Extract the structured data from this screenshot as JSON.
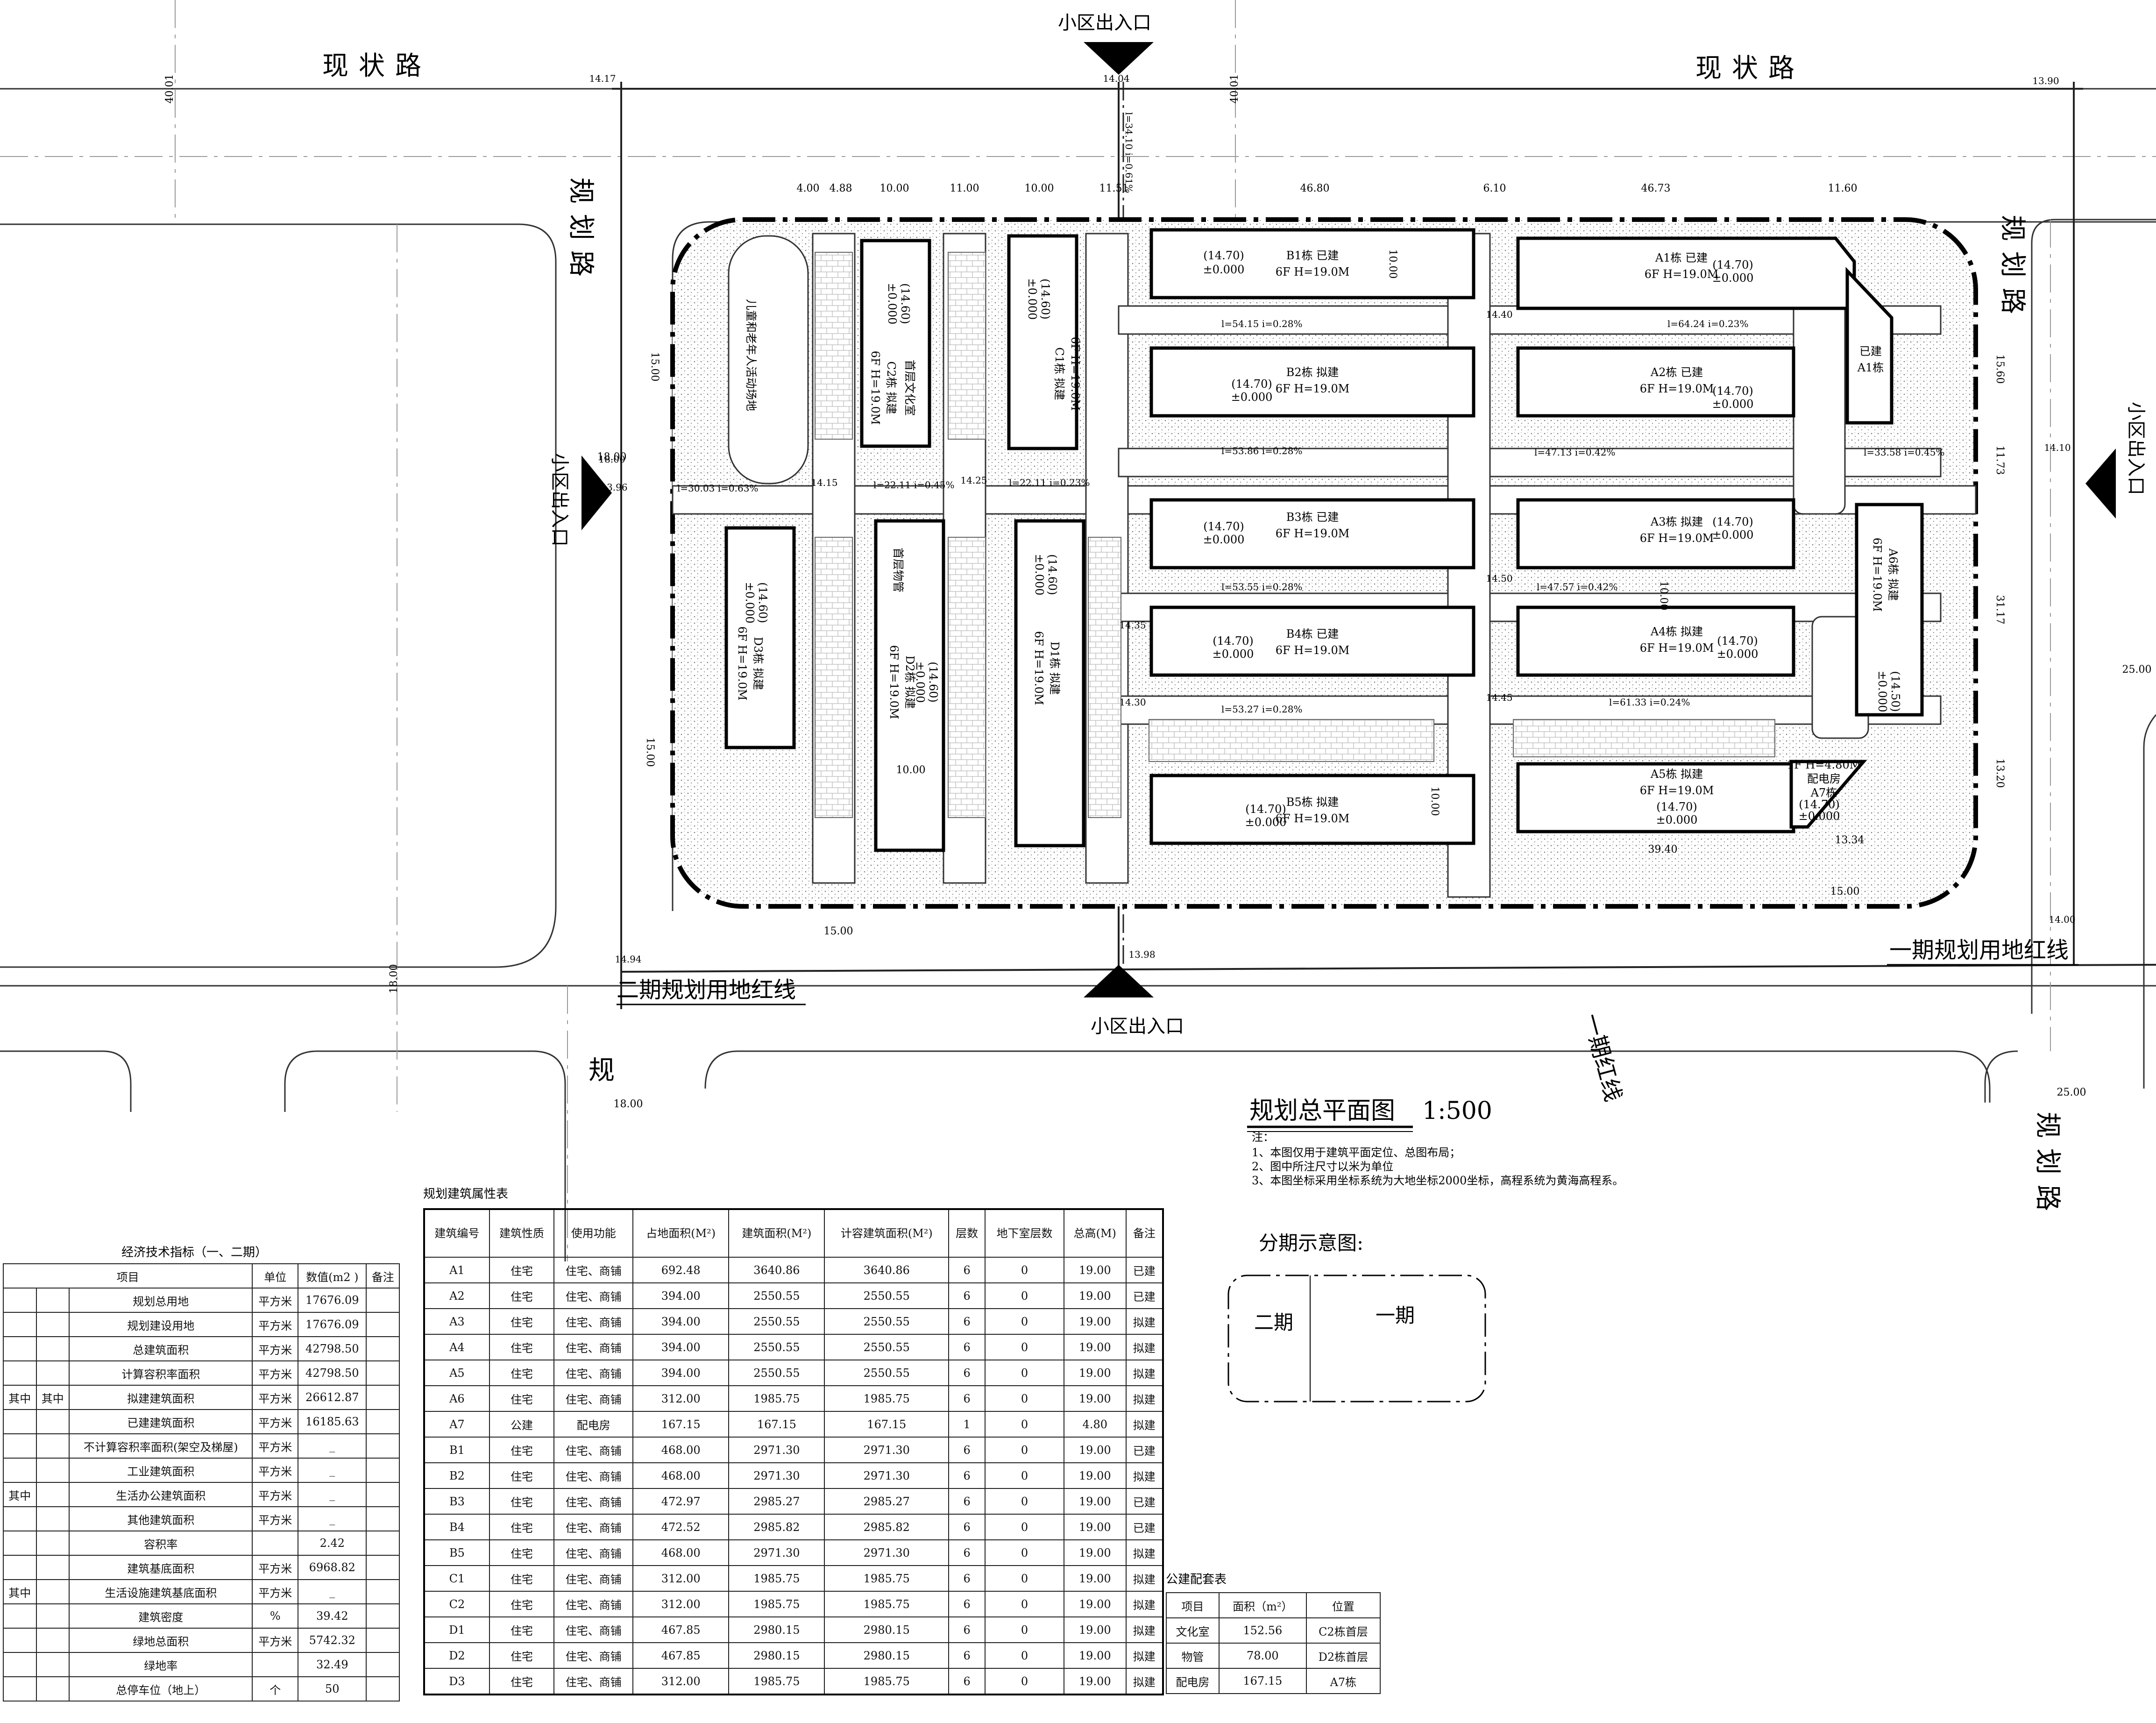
{
  "roads": {
    "existing_top_left": "现状路",
    "existing_top_right": "现状路",
    "planned_left": "规划路",
    "planned_right": "规划路",
    "planned_bottom_right": "规划路",
    "planned_bottom_left_char": "规"
  },
  "entrances": {
    "top": "小区出入口",
    "bottom": "小区出入口",
    "left": "小区出入口",
    "right": "小区出入口"
  },
  "red_lines": {
    "phase2": "二期规划用地红线",
    "phase1": "一期规划用地红线",
    "phase1_short": "一期红线"
  },
  "buildings": {
    "b1": {
      "name": "B1栋  已建",
      "spec": "6F H=19.0M",
      "elev": "(14.70)",
      "zero": "±0.000"
    },
    "b2": {
      "name": "B2栋  拟建",
      "spec": "6F H=19.0M",
      "elev": "(14.70)",
      "zero": "±0.000"
    },
    "b3": {
      "name": "B3栋  已建",
      "spec": "6F H=19.0M",
      "elev": "(14.70)",
      "zero": "±0.000"
    },
    "b4": {
      "name": "B4栋  已建",
      "spec": "6F H=19.0M",
      "elev": "(14.70)",
      "zero": "±0.000"
    },
    "b5": {
      "name": "B5栋  拟建",
      "spec": "6F H=19.0M",
      "elev": "(14.70)",
      "zero": "±0.000"
    },
    "a1": {
      "name": "A1栋  已建",
      "spec": "6F H=19.0M",
      "elev": "(14.70)",
      "zero": "±0.000"
    },
    "a1b": {
      "name": "已建",
      "spec": "A1栋"
    },
    "a2": {
      "name": "A2栋  已建",
      "spec": "6F H=19.0M",
      "elev": "(14.70)",
      "zero": "±0.000"
    },
    "a3": {
      "name": "A3栋  拟建",
      "spec": "6F H=19.0M",
      "elev": "(14.70)",
      "zero": "±0.000"
    },
    "a4": {
      "name": "A4栋  拟建",
      "spec": "6F H=19.0M",
      "elev": "(14.70)",
      "zero": "±0.000"
    },
    "a5": {
      "name": "A5栋  拟建",
      "spec": "6F H=19.0M",
      "elev": "(14.70)",
      "zero": "±0.000"
    },
    "a6": {
      "name": "A6栋  拟建",
      "spec": "6F H=19.0M",
      "elev": "(14.50)",
      "zero": "±0.000"
    },
    "a7": {
      "name": "1F H=4.80M",
      "spec": "配电房",
      "tag": "A7栋",
      "elev": "(14.70)",
      "zero": "±0.000"
    },
    "c1": {
      "name": "C1栋  拟建",
      "spec": "6F H=19.0M",
      "elev": "(14.60)",
      "zero": "±0.000"
    },
    "c2": {
      "name": "C2栋  拟建",
      "spec": "6F H=19.0M",
      "extra": "首层文化室",
      "elev": "(14.60)",
      "zero": "±0.000"
    },
    "d1": {
      "name": "D1栋  拟建",
      "spec": "6F H=19.0M",
      "elev": "(14.60)",
      "zero": "±0.000"
    },
    "d2": {
      "name": "D2栋  拟建",
      "spec": "6F H=19.0M",
      "extra": "首层物管",
      "elev": "(14.60)",
      "zero": "±0.000"
    },
    "d3": {
      "name": "D3栋  拟建",
      "spec": "6F H=19.0M",
      "elev": "(14.60)",
      "zero": "±0.000"
    },
    "playground": "儿童和老年人活动场地"
  },
  "dims": {
    "top": [
      "4.00",
      "4.88",
      "10.00",
      "11.00",
      "10.00",
      "11.51",
      "46.80",
      "6.10",
      "46.73",
      "11.60"
    ],
    "misc": [
      "15.00",
      "15.00",
      "15.00",
      "15.00",
      "15.60",
      "11.73",
      "31.17",
      "13.20",
      "10.00",
      "10.00",
      "10.00",
      "10.00",
      "39.40",
      "13.34",
      "18.00",
      "18.00",
      "18.00",
      "25.00",
      "25.00",
      "40.01",
      "40.01"
    ],
    "elevs": [
      "14.17",
      "14.04",
      "13.90",
      "18.00",
      "13.96",
      "14.10",
      "14.94",
      "13.98",
      "14.00",
      "14.15",
      "14.25",
      "14.35",
      "14.45",
      "14.30",
      "14.40",
      "14.50"
    ],
    "slopes": [
      "l=34.10  i=0.61%",
      "l=54.15  i=0.28%",
      "l=64.24  i=0.23%",
      "l=53.86  i=0.28%",
      "l=47.13  i=0.42%",
      "l=33.58  i=0.45%",
      "l=30.03  i=0.63%",
      "l=22.11  i=0.45%",
      "l=22.11  i=0.23%",
      "l=53.55  i=0.28%",
      "l=47.57  i=0.42%",
      "l=53.27  i=0.28%",
      "l=61.33  i=0.24%"
    ]
  },
  "plan_title": {
    "title": "规划总平面图",
    "scale": "1:500"
  },
  "notes": {
    "head": "注：",
    "n1": "1、本图仅用于建筑平面定位、总图布局；",
    "n2": "2、图中所注尺寸以米为单位",
    "n3": "3、本图坐标采用坐标系统为大地坐标2000坐标，高程系统为黄海高程系。"
  },
  "phase_diagram": {
    "title": "分期示意图:",
    "left": "二期",
    "right": "一期"
  },
  "econ_table": {
    "caption": "经济技术指标（一、二期）",
    "head": [
      "项目",
      "单位",
      "数值(m2 )",
      "备注"
    ],
    "rows": [
      [
        "",
        "",
        "规划总用地",
        "平方米",
        "17676.09",
        ""
      ],
      [
        "",
        "",
        "规划建设用地",
        "平方米",
        "17676.09",
        ""
      ],
      [
        "",
        "",
        "总建筑面积",
        "平方米",
        "42798.50",
        ""
      ],
      [
        "",
        "",
        "计算容积率面积",
        "平方米",
        "42798.50",
        ""
      ],
      [
        "其中",
        "其中",
        "拟建建筑面积",
        "平方米",
        "26612.87",
        ""
      ],
      [
        "",
        "",
        "已建建筑面积",
        "平方米",
        "16185.63",
        ""
      ],
      [
        "",
        "",
        "不计算容积率面积(架空及梯屋)",
        "平方米",
        "_",
        ""
      ],
      [
        "",
        "",
        "工业建筑面积",
        "平方米",
        "_",
        ""
      ],
      [
        "其中",
        "",
        "生活办公建筑面积",
        "平方米",
        "_",
        ""
      ],
      [
        "",
        "",
        "其他建筑面积",
        "平方米",
        "_",
        ""
      ],
      [
        "",
        "",
        "容积率",
        "",
        "2.42",
        ""
      ],
      [
        "",
        "",
        "建筑基底面积",
        "平方米",
        "6968.82",
        ""
      ],
      [
        "其中",
        "",
        "生活设施建筑基底面积",
        "平方米",
        "_",
        ""
      ],
      [
        "",
        "",
        "建筑密度",
        "%",
        "39.42",
        ""
      ],
      [
        "",
        "",
        "绿地总面积",
        "平方米",
        "5742.32",
        ""
      ],
      [
        "",
        "",
        "绿地率",
        "",
        "32.49",
        ""
      ],
      [
        "",
        "",
        "总停车位（地上）",
        "个",
        "50",
        ""
      ]
    ]
  },
  "attr_table": {
    "caption": "规划建筑属性表",
    "head": [
      "建筑编号",
      "建筑性质",
      "使用功能",
      "占地面积(M²)",
      "建筑面积(M²)",
      "计容建筑面积(M²)",
      "层数",
      "地下室层数",
      "总高(M)",
      "备注"
    ],
    "rows": [
      [
        "A1",
        "住宅",
        "住宅、商铺",
        "692.48",
        "3640.86",
        "3640.86",
        "6",
        "0",
        "19.00",
        "已建"
      ],
      [
        "A2",
        "住宅",
        "住宅、商铺",
        "394.00",
        "2550.55",
        "2550.55",
        "6",
        "0",
        "19.00",
        "已建"
      ],
      [
        "A3",
        "住宅",
        "住宅、商铺",
        "394.00",
        "2550.55",
        "2550.55",
        "6",
        "0",
        "19.00",
        "拟建"
      ],
      [
        "A4",
        "住宅",
        "住宅、商铺",
        "394.00",
        "2550.55",
        "2550.55",
        "6",
        "0",
        "19.00",
        "拟建"
      ],
      [
        "A5",
        "住宅",
        "住宅、商铺",
        "394.00",
        "2550.55",
        "2550.55",
        "6",
        "0",
        "19.00",
        "拟建"
      ],
      [
        "A6",
        "住宅",
        "住宅、商铺",
        "312.00",
        "1985.75",
        "1985.75",
        "6",
        "0",
        "19.00",
        "拟建"
      ],
      [
        "A7",
        "公建",
        "配电房",
        "167.15",
        "167.15",
        "167.15",
        "1",
        "0",
        "4.80",
        "拟建"
      ],
      [
        "B1",
        "住宅",
        "住宅、商铺",
        "468.00",
        "2971.30",
        "2971.30",
        "6",
        "0",
        "19.00",
        "已建"
      ],
      [
        "B2",
        "住宅",
        "住宅、商铺",
        "468.00",
        "2971.30",
        "2971.30",
        "6",
        "0",
        "19.00",
        "拟建"
      ],
      [
        "B3",
        "住宅",
        "住宅、商铺",
        "472.97",
        "2985.27",
        "2985.27",
        "6",
        "0",
        "19.00",
        "已建"
      ],
      [
        "B4",
        "住宅",
        "住宅、商铺",
        "472.52",
        "2985.82",
        "2985.82",
        "6",
        "0",
        "19.00",
        "已建"
      ],
      [
        "B5",
        "住宅",
        "住宅、商铺",
        "468.00",
        "2971.30",
        "2971.30",
        "6",
        "0",
        "19.00",
        "拟建"
      ],
      [
        "C1",
        "住宅",
        "住宅、商铺",
        "312.00",
        "1985.75",
        "1985.75",
        "6",
        "0",
        "19.00",
        "拟建"
      ],
      [
        "C2",
        "住宅",
        "住宅、商铺",
        "312.00",
        "1985.75",
        "1985.75",
        "6",
        "0",
        "19.00",
        "拟建"
      ],
      [
        "D1",
        "住宅",
        "住宅、商铺",
        "467.85",
        "2980.15",
        "2980.15",
        "6",
        "0",
        "19.00",
        "拟建"
      ],
      [
        "D2",
        "住宅",
        "住宅、商铺",
        "467.85",
        "2980.15",
        "2980.15",
        "6",
        "0",
        "19.00",
        "拟建"
      ],
      [
        "D3",
        "住宅",
        "住宅、商铺",
        "312.00",
        "1985.75",
        "1985.75",
        "6",
        "0",
        "19.00",
        "拟建"
      ]
    ]
  },
  "pub_table": {
    "caption": "公建配套表",
    "head": [
      "项目",
      "面积（m²）",
      "位置"
    ],
    "rows": [
      [
        "文化室",
        "152.56",
        "C2栋首层"
      ],
      [
        "物管",
        "78.00",
        "D2栋首层"
      ],
      [
        "配电房",
        "167.15",
        "A7栋"
      ]
    ]
  }
}
